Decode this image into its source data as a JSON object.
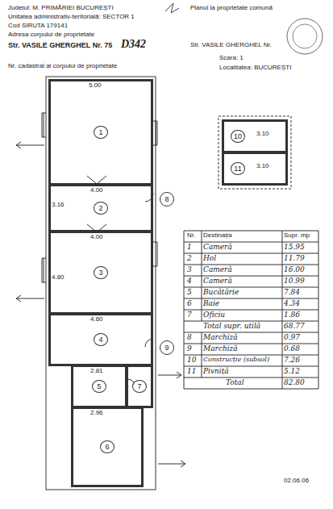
{
  "diagram": {
    "nodes": [
      {
        "text": [
          "1"
        ]
      },
      {
        "text": [
          "2"
        ]
      },
      {
        "text": [
          "3"
        ]
      },
      {
        "text": [
          "4"
        ]
      },
      {
        "text": [
          "5"
        ]
      },
      {
        "text": [
          "6"
        ]
      },
      {
        "text": [
          "7"
        ]
      },
      {
        "text": [
          "8"
        ]
      },
      {
        "text": [
          "9"
        ]
      },
      {
        "text": [
          "10"
        ]
      },
      {
        "text": [
          "11"
        ]
      }
    ],
    "labels": [
      "Județul: M. PRIMĂRIEI BUCUREȘTI",
      "Unitatea administrativ-teritorială: SECTOR 1",
      "Cod SIRUTA 179141",
      "Adresa corpului de proprietate",
      "Str. VASILE GHERGHEL Nr. 75",
      "D342",
      "Nr. cadastral al corpului de proprietate",
      "Planul la proprietate comună",
      "Str. VASILE GHERGHEL Nr.",
      "Scara: 1",
      "Localitatea: BUCUREȘTI",
      "Nr.",
      "Destinația",
      "Supr. mp",
      "1",
      "Cameră",
      "15.95",
      "2",
      "Hol",
      "11.79",
      "3",
      "Cameră",
      "16.00",
      "4",
      "Cameră",
      "10.99",
      "5",
      "Bucătărie",
      "7.84",
      "6",
      "Baie",
      "4.34",
      "7",
      "Oficiu",
      "1.86",
      "Total supr. utilă",
      "68.77",
      "8",
      "Marchiză",
      "0.97",
      "9",
      "Marchiză",
      "0.68",
      "10",
      "Construcție (subsol)",
      "7.26",
      "11",
      "Pivniță",
      "5.12",
      "Total",
      "82.80",
      "5.00",
      "4.00",
      "3.16",
      "4.00",
      "4.80",
      "4.60",
      "2.81",
      "2.96",
      "3.10",
      "3.10",
      "02.06.06"
    ]
  }
}
